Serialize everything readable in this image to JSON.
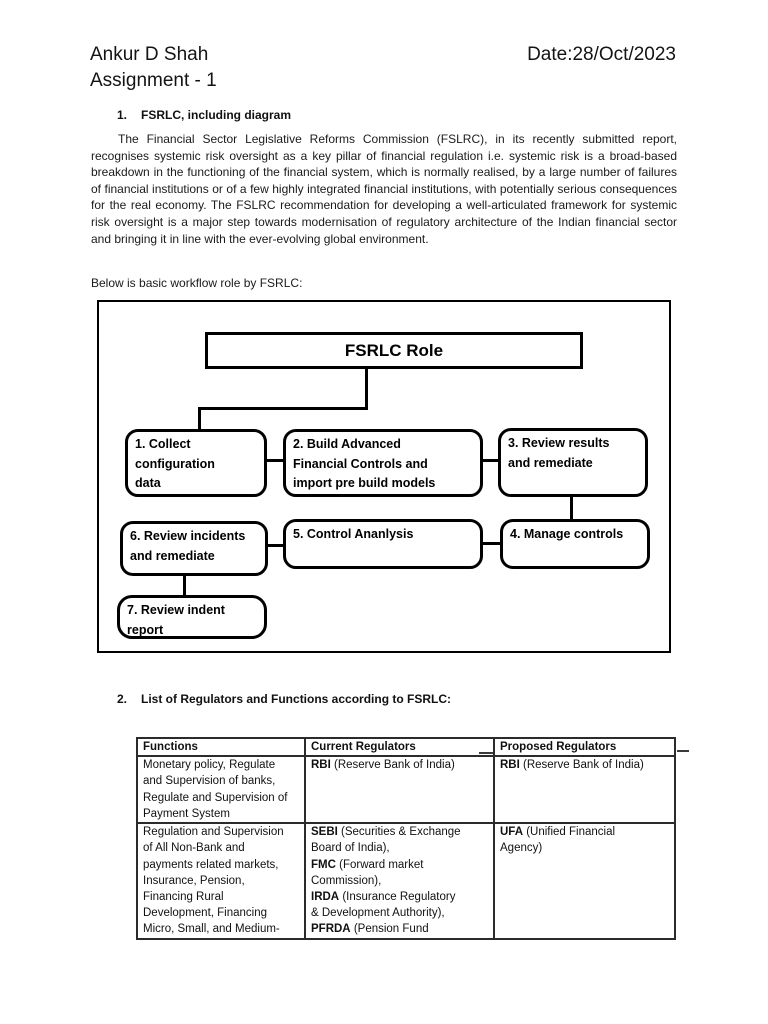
{
  "page": {
    "author": "Ankur D Shah",
    "date": "Date:28/Oct/2023",
    "subtitle": "Assignment - 1"
  },
  "section1": {
    "number": "1.",
    "heading": "FSRLC, including diagram",
    "paragraph": "The Financial Sector Legislative Reforms Commission (FSLRC), in its recently submitted report, recognises systemic risk oversight as a key pillar of financial regulation i.e. systemic risk is a broad-based breakdown in the functioning of the financial system, which is normally realised, by a large number of failures of financial institutions or of a few highly integrated financial institutions, with potentially serious consequences for the real economy.  The FSLRC recommendation for developing a well-articulated framework for systemic risk oversight is a major step towards modernisation of regulatory architecture of the Indian financial sector and bringing it in line with the ever-evolving global environment.",
    "intro": "Below is basic workflow role by FSRLC:"
  },
  "diagram": {
    "title": "FSRLC Role",
    "boxes": [
      {
        "id": 1,
        "label": "1. Collect\nconfiguration\ndata"
      },
      {
        "id": 2,
        "label": "2. Build Advanced\nFinancial Controls and\nimport pre build models"
      },
      {
        "id": 3,
        "label": "3. Review results\nand remediate"
      },
      {
        "id": 4,
        "label": "4. Manage controls"
      },
      {
        "id": 5,
        "label": "5. Control Ananlysis"
      },
      {
        "id": 6,
        "label": "6. Review incidents\nand remediate"
      },
      {
        "id": 7,
        "label": "7. Review indent\nreport"
      }
    ]
  },
  "section2": {
    "number": "2.",
    "heading": "List of Regulators and Functions according to FSRLC:"
  },
  "table": {
    "headers": [
      "Functions",
      "Current Regulators",
      "Proposed Regulators"
    ],
    "rows": [
      [
        [
          {
            "t": "Monetary policy, Regulate\nand Supervision of banks,\nRegulate and Supervision of\nPayment System"
          }
        ],
        [
          {
            "b": "RBI"
          },
          {
            "t": " (Reserve Bank of India)"
          }
        ],
        [
          {
            "b": "RBI"
          },
          {
            "t": " (Reserve Bank of India)"
          }
        ]
      ],
      [
        [
          {
            "t": "Regulation and Supervision\nof All Non-Bank and\npayments related markets,\nInsurance, Pension,\nFinancing Rural\nDevelopment, Financing\nMicro, Small, and Medium-"
          }
        ],
        [
          {
            "b": "SEBI"
          },
          {
            "t": " (Securities & Exchange\nBoard of India),\n"
          },
          {
            "b": "FMC"
          },
          {
            "t": " (Forward market\nCommission),\n"
          },
          {
            "b": "IRDA"
          },
          {
            "t": " (Insurance Regulatory\n& Development Authority),\n"
          },
          {
            "b": "PFRDA"
          },
          {
            "t": " (Pension Fund"
          }
        ],
        [
          {
            "b": "UFA"
          },
          {
            "t": " (Unified Financial\nAgency)"
          }
        ]
      ]
    ]
  }
}
